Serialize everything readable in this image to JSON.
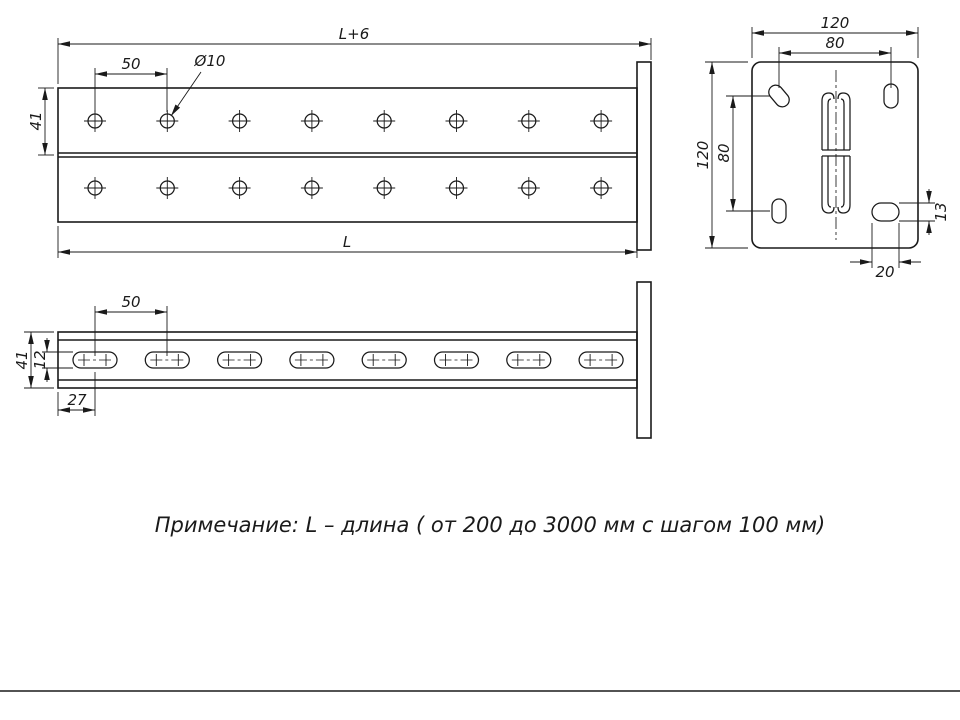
{
  "note": "Примечание: L – длина ( от 200 до 3000 мм с шагом 100 мм)",
  "dimensions": {
    "top_view": {
      "overall_length": "L+6",
      "hole_spacing": "50",
      "hole_diameter": "Ø10",
      "row_offset": "41",
      "length": "L"
    },
    "end_view": {
      "plate_width": "120",
      "slot_span_horizontal": "80",
      "plate_height": "120",
      "slot_span_vertical": "80",
      "slot_height": "13",
      "slot_width": "20"
    },
    "side_view": {
      "slot_spacing": "50",
      "profile_height": "41",
      "slot_band_height": "12",
      "edge_to_first_slot": "27"
    }
  },
  "geometry": {
    "top_view": {
      "hole_rows": 2,
      "holes_per_row": 8
    },
    "side_view": {
      "slot_count": 8
    }
  },
  "colors": {
    "line": "#1a1a1a",
    "background": "#ffffff"
  }
}
